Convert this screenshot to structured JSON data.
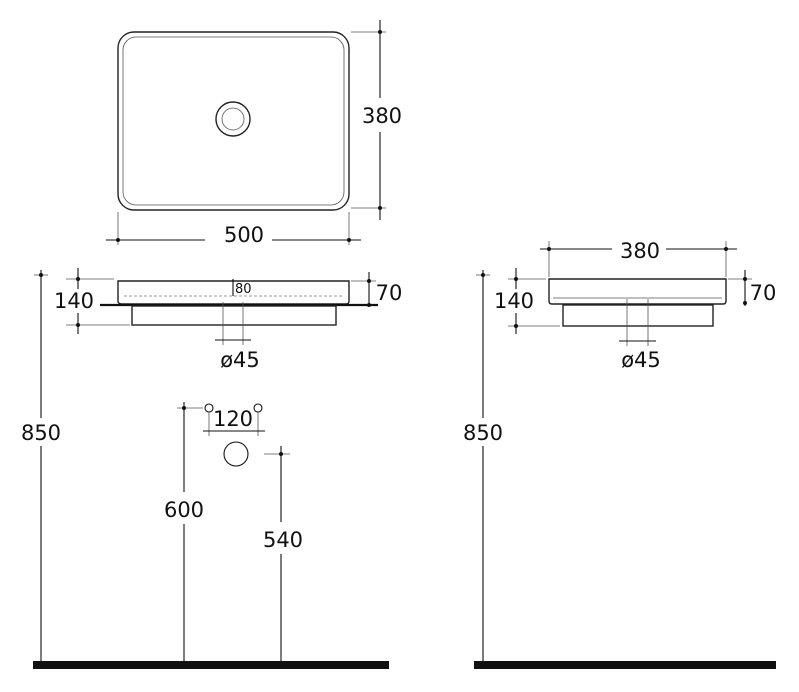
{
  "top_view": {
    "width_label": "500",
    "depth_label": "380"
  },
  "front_view": {
    "height_label": "140",
    "rim_label": "70",
    "overflow_label": "80",
    "drain_label": "ø45",
    "floor_height_label": "850",
    "spacing_label": "120",
    "supply_height_label": "600",
    "waste_height_label": "540"
  },
  "side_view": {
    "depth_label": "380",
    "rim_label": "70",
    "height_label": "140",
    "drain_label": "ø45",
    "floor_height_label": "850"
  },
  "colors": {
    "line": "#111111",
    "background": "#ffffff"
  }
}
